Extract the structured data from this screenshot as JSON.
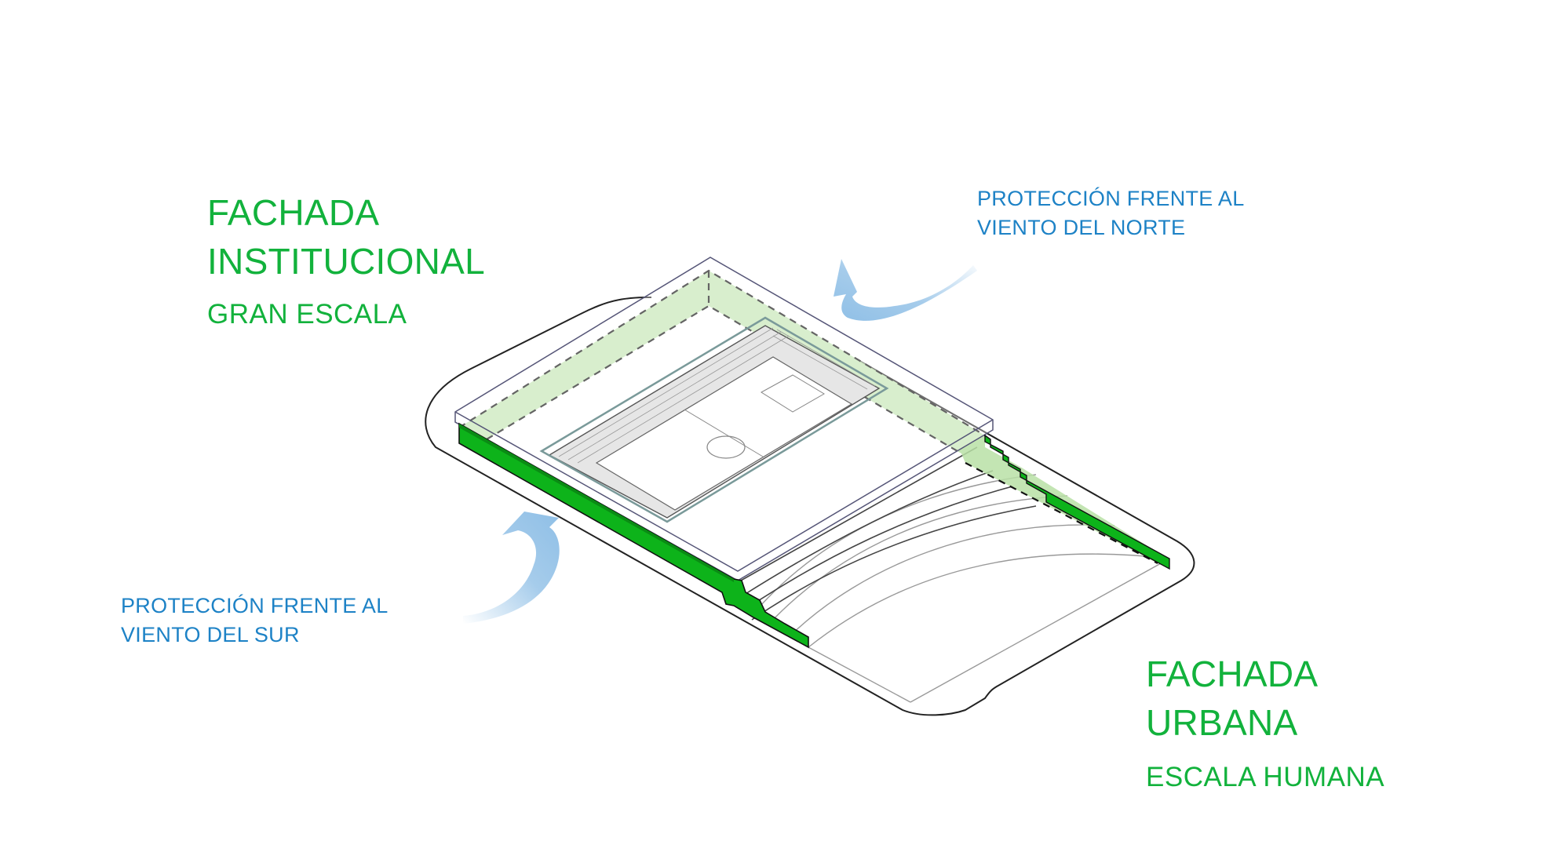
{
  "labels": {
    "institutional": {
      "title_line1": "FACHADA",
      "title_line2": "INSTITUCIONAL",
      "subtitle": "GRAN ESCALA"
    },
    "urban": {
      "title_line1": "FACHADA",
      "title_line2": "URBANA",
      "subtitle": "ESCALA HUMANA"
    },
    "north_wind": {
      "line1": "PROTECCIÓN FRENTE AL",
      "line2": "VIENTO DEL NORTE"
    },
    "south_wind": {
      "line1": "PROTECCIÓN FRENTE AL",
      "line2": "VIENTO DEL SUR"
    }
  },
  "colors": {
    "facade_green": "#12b23c",
    "solid_wall_green": "#0db31a",
    "translucent_green": "#b8e0a6",
    "wind_blue": "#1d82c6",
    "arrow_blue": "#8fbfe6",
    "outline": "#222222"
  }
}
